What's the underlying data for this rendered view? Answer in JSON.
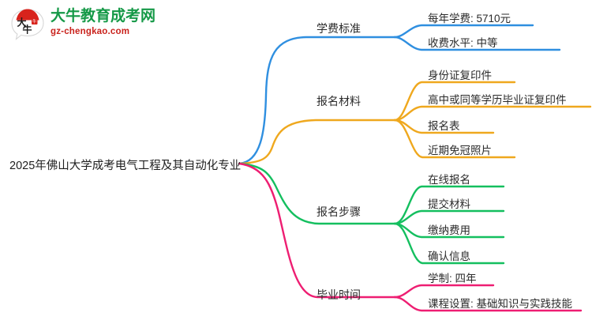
{
  "logo": {
    "mark_text": "大牛",
    "title": "大牛教育成考网",
    "subtitle": "gz-chengkao.com",
    "title_color": "#159947",
    "subtitle_color": "#c9221c",
    "mark_arc_color": "#d8231c"
  },
  "mindmap": {
    "root": {
      "label": "2025年佛山大学成考电气工程及其自动化专业"
    },
    "branches": [
      {
        "label": "学费标准",
        "color": "#2f8fe0",
        "leaves": [
          {
            "label": "每年学费: 5710元"
          },
          {
            "label": "收费水平: 中等"
          }
        ]
      },
      {
        "label": "报名材料",
        "color": "#efa81e",
        "leaves": [
          {
            "label": "身份证复印件"
          },
          {
            "label": "高中或同等学历毕业证复印件"
          },
          {
            "label": "报名表"
          },
          {
            "label": "近期免冠照片"
          }
        ]
      },
      {
        "label": "报名步骤",
        "color": "#14bf5f",
        "leaves": [
          {
            "label": "在线报名"
          },
          {
            "label": "提交材料"
          },
          {
            "label": "缴纳费用"
          },
          {
            "label": "确认信息"
          }
        ]
      },
      {
        "label": "毕业时间",
        "color": "#ee1e72",
        "leaves": [
          {
            "label": "学制: 四年"
          },
          {
            "label": "课程设置: 基础知识与实践技能"
          }
        ]
      }
    ]
  }
}
